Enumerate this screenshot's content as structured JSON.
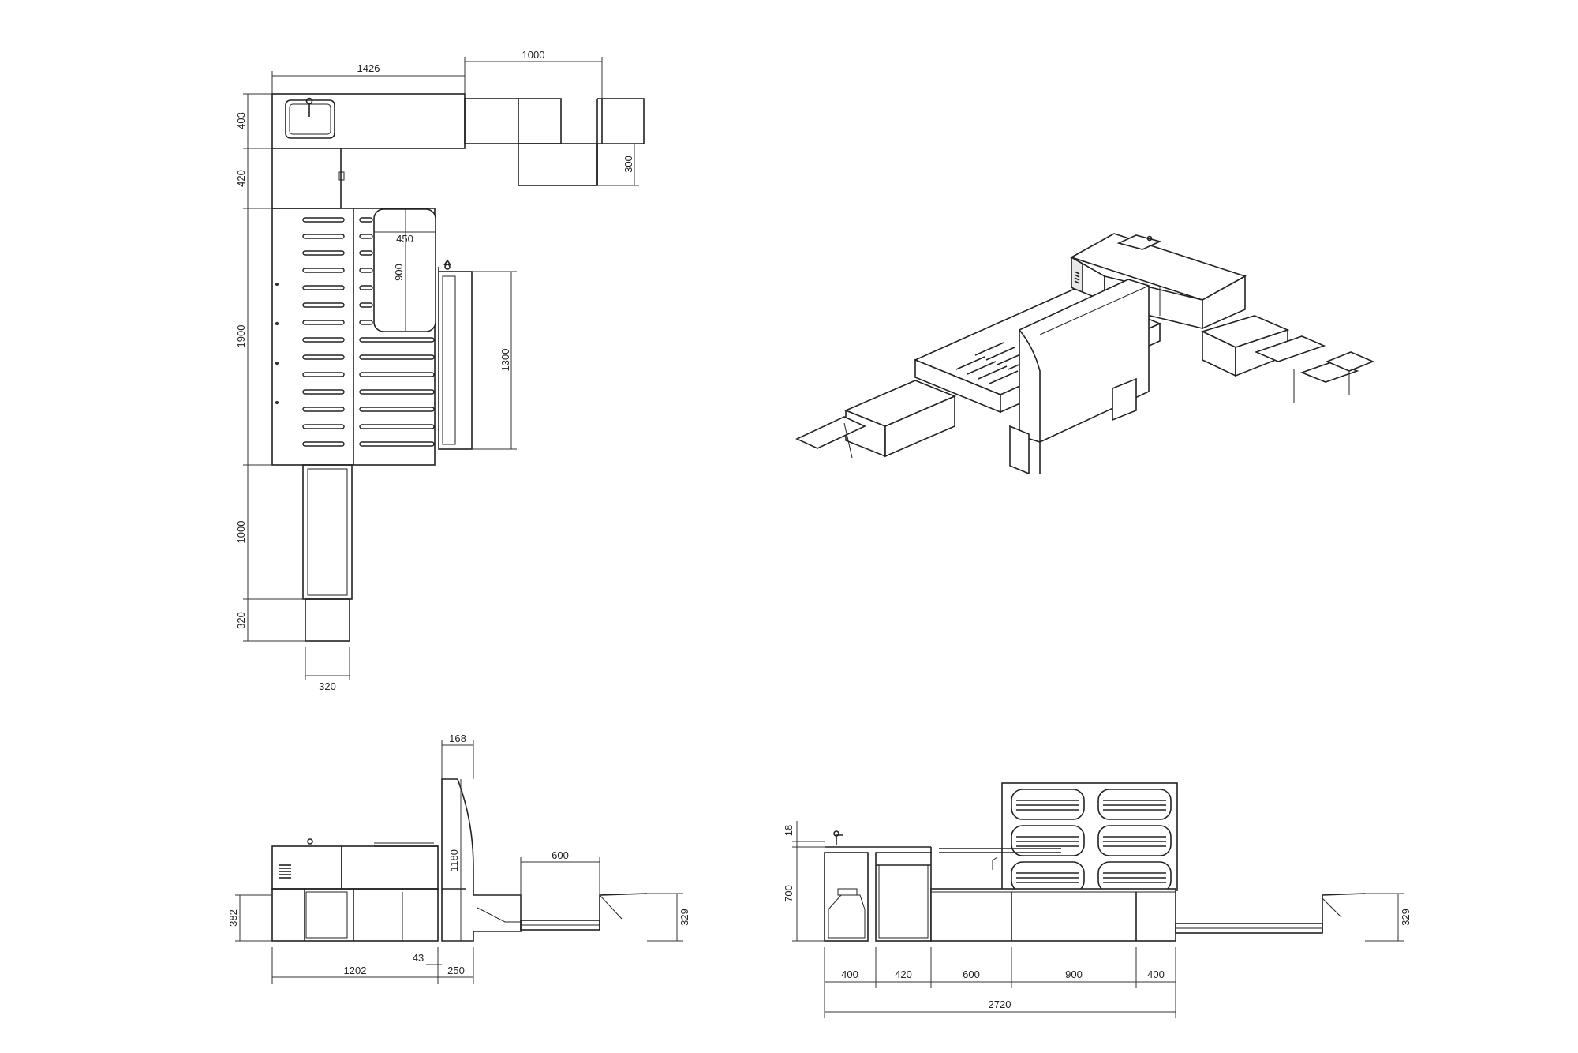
{
  "plan_view": {
    "dims": {
      "top_left_width": "1426",
      "top_right_width": "1000",
      "left_403": "403",
      "left_420": "420",
      "left_1900": "1900",
      "left_1000": "1000",
      "left_320": "320",
      "bottom_320": "320",
      "right_300": "300",
      "inner_450": "450",
      "inner_900": "900",
      "side_1300": "1300"
    }
  },
  "side_elevation": {
    "dims": {
      "top_168": "168",
      "height_1180": "1180",
      "width_600": "600",
      "left_382": "382",
      "right_329": "329",
      "gap_43": "43",
      "base_1202": "1202",
      "base_250": "250"
    }
  },
  "front_elevation": {
    "dims": {
      "top_18": "18",
      "height_700": "700",
      "right_329": "329",
      "seg_400_a": "400",
      "seg_420": "420",
      "seg_600": "600",
      "seg_900": "900",
      "seg_400_b": "400",
      "total_2720": "2720"
    }
  }
}
